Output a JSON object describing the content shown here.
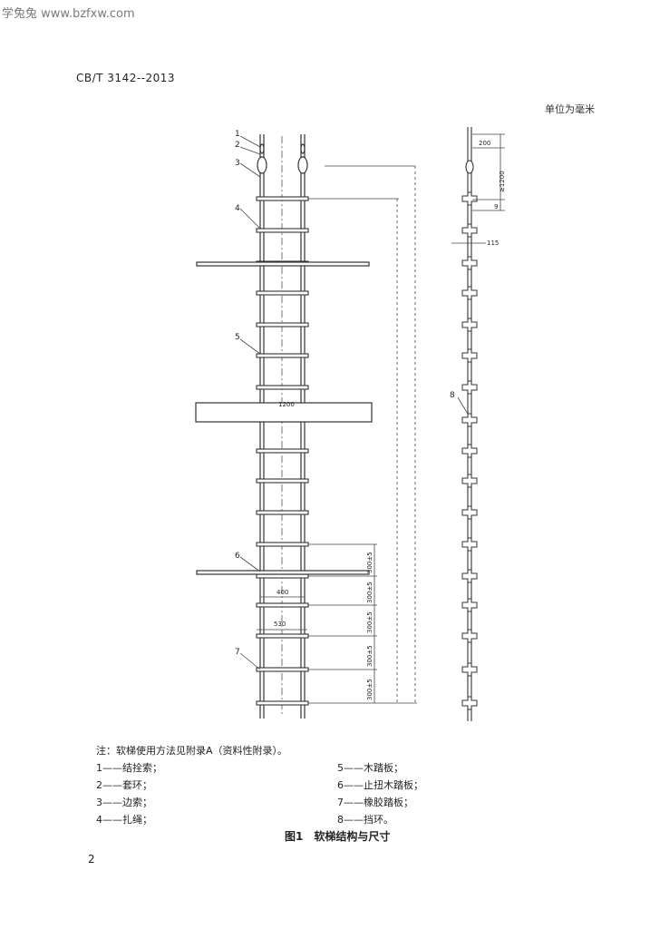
{
  "watermark": "学兔兔 www.bzfxw.com",
  "header": {
    "standard_code": "CB/T 3142--2013"
  },
  "unit_note": "单位为毫米",
  "figure": {
    "callouts": [
      "1",
      "2",
      "3",
      "4",
      "5",
      "6",
      "7",
      "8"
    ],
    "dimensions": {
      "board_length": "1200",
      "inner_width": "400",
      "board_width": "530",
      "pitch_labels": [
        "300±5",
        "300±5",
        "300±5",
        "300±5",
        "300±5"
      ],
      "side_top": "200",
      "side_second": "≥1200",
      "side_third": "9",
      "side_step": "115"
    }
  },
  "notes": {
    "title": "注：软梯使用方法见附录A（资料性附录）。",
    "legend": [
      {
        "number": "1",
        "label": "——结拴索；"
      },
      {
        "number": "2",
        "label": "——套环；"
      },
      {
        "number": "3",
        "label": "——边索；"
      },
      {
        "number": "4",
        "label": "——扎绳；"
      },
      {
        "number": "5",
        "label": "——木踏板；"
      },
      {
        "number": "6",
        "label": "——止扭木踏板；"
      },
      {
        "number": "7",
        "label": "——橡胶踏板；"
      },
      {
        "number": "8",
        "label": "——挡环。"
      }
    ]
  },
  "caption": "图1　软梯结构与尺寸",
  "page_number": "2"
}
